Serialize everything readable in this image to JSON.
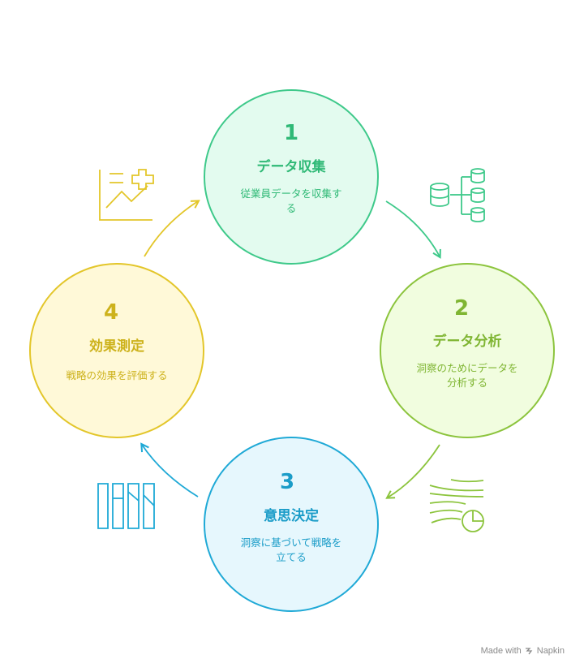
{
  "stages": [
    {
      "number": "1",
      "title": "データ収集",
      "desc": [
        "従業員データを収集す",
        "る"
      ],
      "stroke": "#3ec98a",
      "fill": "#e3fbef",
      "text": "#2fb976",
      "icon": "database-icon"
    },
    {
      "number": "2",
      "title": "データ分析",
      "desc": [
        "洞察のためにデータを",
        "分析する"
      ],
      "stroke": "#8cc43d",
      "fill": "#f1fddf",
      "text": "#7fb532",
      "icon": "analysis-icon"
    },
    {
      "number": "3",
      "title": "意思決定",
      "desc": [
        "洞察に基づいて戦略を",
        "立てる"
      ],
      "stroke": "#1fa9d6",
      "fill": "#e6f7fd",
      "text": "#1a9cc8",
      "icon": "strategy-columns-icon"
    },
    {
      "number": "4",
      "title": "効果測定",
      "desc": [
        "戦略の効果を評価する"
      ],
      "stroke": "#e3c62a",
      "fill": "#fff9d8",
      "text": "#cdb21c",
      "icon": "chart-plus-icon"
    }
  ],
  "watermark": {
    "prefix": "Made with",
    "brand": "Napkin"
  }
}
